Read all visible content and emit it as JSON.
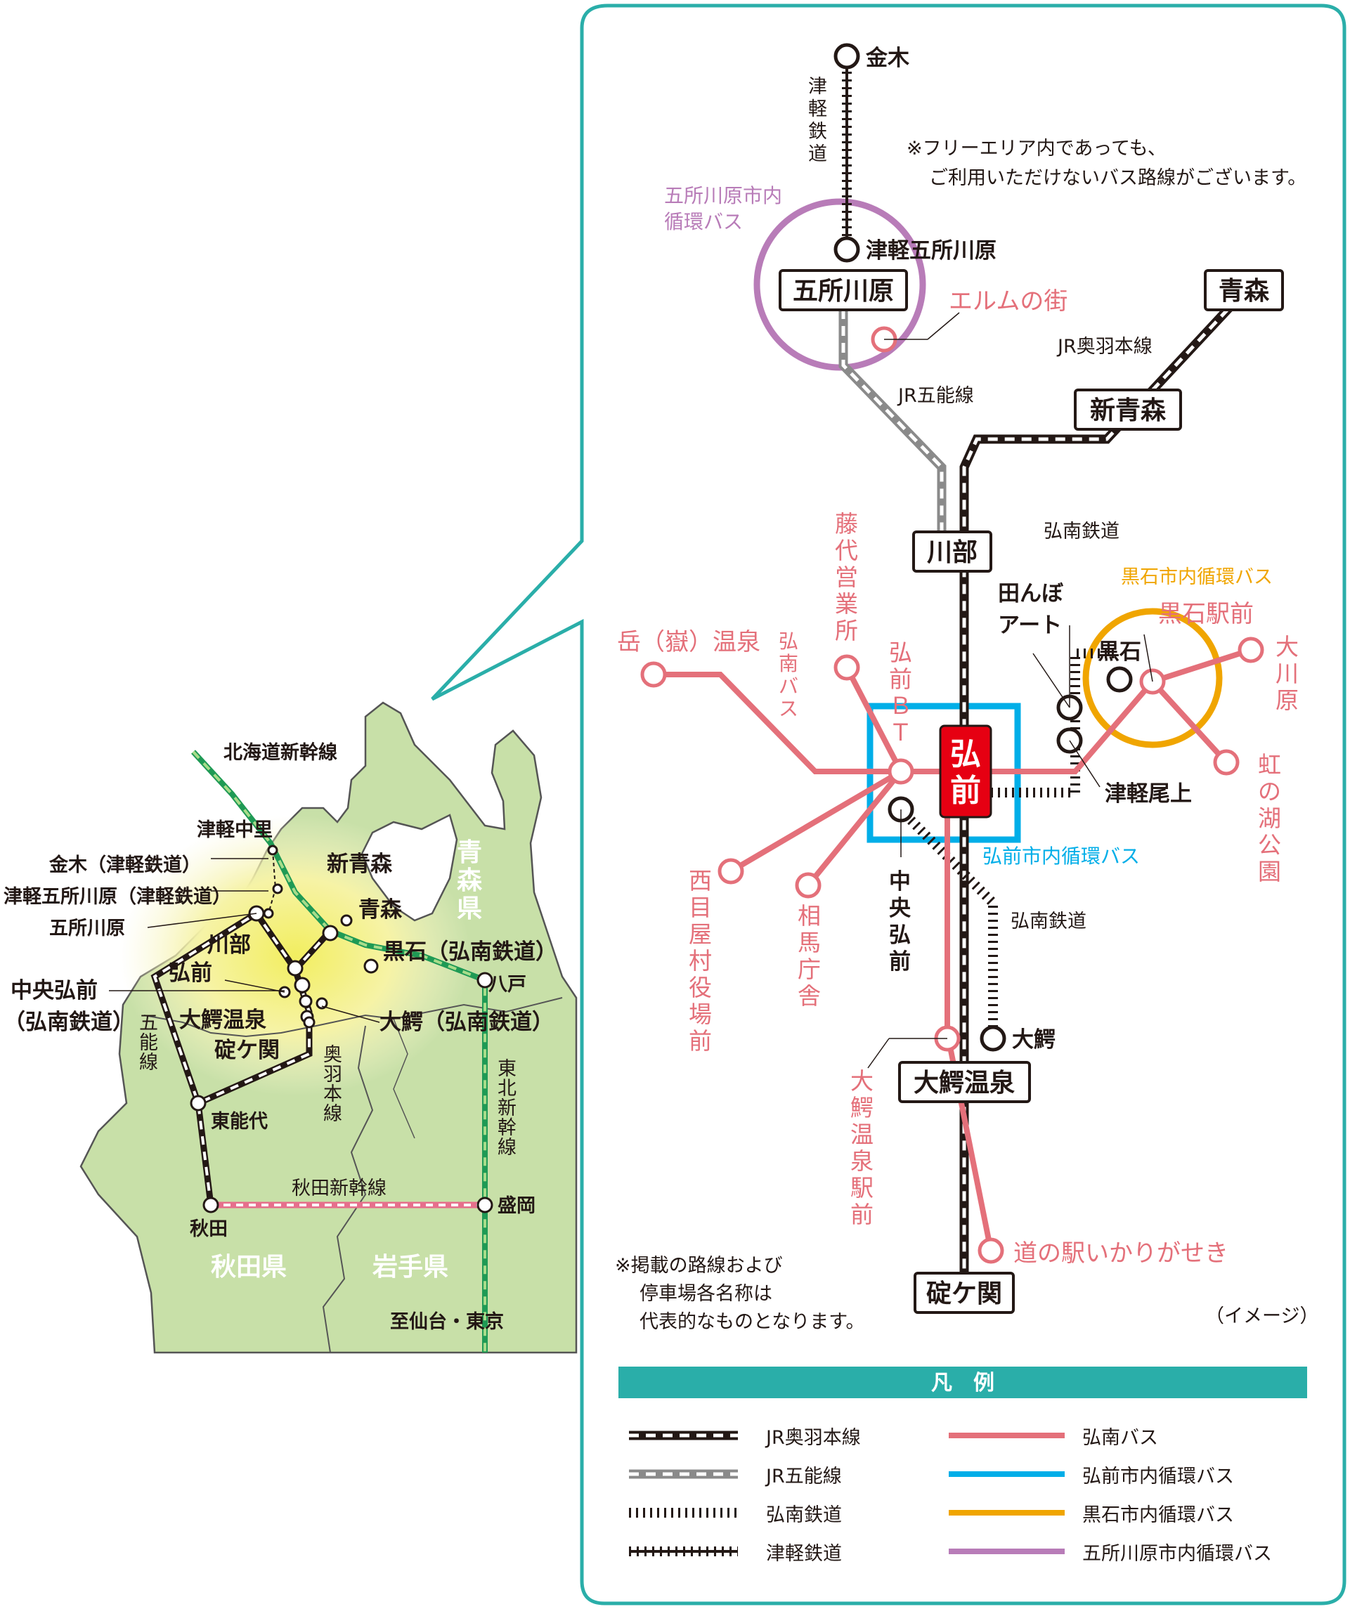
{
  "overview": {
    "lines": {
      "hokkaido_shinkansen": "北海道新幹線",
      "ou_line_v": [
        "奥",
        "羽",
        "本",
        "線"
      ],
      "gono_line_v": [
        "五",
        "能",
        "線"
      ],
      "tohoku_shinkansen_v": [
        "東",
        "北",
        "新",
        "幹",
        "線"
      ],
      "akita_shinkansen": "秋田新幹線"
    },
    "stations": {
      "tsugaru_nakasato": "津軽中里",
      "kanagi": "金木（津軽鉄道）",
      "tsugaru_goshogawara": "津軽五所川原（津軽鉄道）",
      "goshogawara": "五所川原",
      "shin_aomori": "新青森",
      "aomori": "青森",
      "kawabe": "川部",
      "kuroishi": "黒石（弘南鉄道）",
      "hirosaki": "弘前",
      "hachinohe": "八戸",
      "chuo_hirosaki_1": "中央弘前",
      "chuo_hirosaki_2": "（弘南鉄道）",
      "owani_onsen": "大鰐温泉",
      "owani": "大鰐（弘南鉄道）",
      "ikarigaseki": "碇ケ関",
      "higashi_noshiro": "東能代",
      "akita": "秋田",
      "morioka": "盛岡",
      "to_sendai_tokyo": "至仙台・東京"
    },
    "prefectures": {
      "aomori_v": [
        "青",
        "森",
        "県"
      ],
      "akita": "秋田県",
      "iwate": "岩手県"
    }
  },
  "detail": {
    "note_top_1": "※フリーエリア内であっても、",
    "note_top_2": "ご利用いただけないバス路線がございます。",
    "note_bottom_1": "※掲載の路線および",
    "note_bottom_2": "停車場各名称は",
    "note_bottom_3": "代表的なものとなります。",
    "image_note": "（イメージ）",
    "stations": {
      "kanagi": "金木",
      "tsugaru_goshogawara": "津軽五所川原",
      "goshogawara": "五所川原",
      "aomori": "青森",
      "shin_aomori": "新青森",
      "kawabe": "川部",
      "hirosaki_v": [
        "弘",
        "前"
      ],
      "kuroishi": "黒石",
      "tsugaru_onoe": "津軽尾上",
      "owani": "大鰐",
      "owani_onsen": "大鰐温泉",
      "ikarigaseki": "碇ケ関",
      "chuo_hirosaki_v": [
        "中",
        "央",
        "弘",
        "前"
      ]
    },
    "line_labels": {
      "tsugaru_railway_v": [
        "津",
        "軽",
        "鉄",
        "道"
      ],
      "jr_ou": "JR奥羽本線",
      "jr_gono": "JR五能線",
      "konan_railway_1": "弘南鉄道",
      "konan_railway_2": "弘南鉄道",
      "goshogawara_loop_1": "五所川原市内",
      "goshogawara_loop_2": "循環バス",
      "kuroishi_loop": "黒石市内循環バス",
      "hirosaki_loop": "弘前市内循環バス",
      "konan_bus_v": [
        "弘",
        "南",
        "バ",
        "ス"
      ]
    },
    "bus_stops": {
      "elm": "エルムの街",
      "dake_onsen": "岳（嶽）温泉",
      "fujishiro_v": [
        "藤",
        "代",
        "営",
        "業",
        "所"
      ],
      "hirosaki_bt_v": [
        "弘",
        "前",
        "Ｂ",
        "Ｔ"
      ],
      "kuroishi_ekimae": "黒石駅前",
      "okawara_v": [
        "大",
        "川",
        "原"
      ],
      "niji_v": [
        "虹",
        "の",
        "湖",
        "公",
        "園"
      ],
      "nishimeya_v": [
        "西",
        "目",
        "屋",
        "村",
        "役",
        "場",
        "前"
      ],
      "soma_v": [
        "相",
        "馬",
        "庁",
        "舎"
      ],
      "owani_onsen_ekimae_v": [
        "大",
        "鰐",
        "温",
        "泉",
        "駅",
        "前"
      ],
      "michinoeki": "道の駅いかりがせき",
      "tanbo_art_1": "田んぼ",
      "tanbo_art_2": "アート"
    },
    "legend": {
      "title": "凡　例",
      "items": [
        {
          "label": "JR奥羽本線",
          "kind": "jr-black"
        },
        {
          "label": "JR五能線",
          "kind": "jr-gray"
        },
        {
          "label": "弘南鉄道",
          "kind": "konan-rail"
        },
        {
          "label": "津軽鉄道",
          "kind": "tsugaru-rail"
        },
        {
          "label": "弘南バス",
          "kind": "bus",
          "color": "#e4707a"
        },
        {
          "label": "弘前市内循環バス",
          "kind": "bus",
          "color": "#00aee8"
        },
        {
          "label": "黒石市内循環バス",
          "kind": "bus",
          "color": "#f0a500"
        },
        {
          "label": "五所川原市内循環バス",
          "kind": "bus",
          "color": "#b87cb8"
        }
      ]
    }
  },
  "colors": {
    "frame": "#2aaea9",
    "konan_bus": "#e4707a",
    "hirosaki_loop": "#00aee8",
    "kuroishi_loop": "#f0a500",
    "goshogawara_loop": "#b87cb8",
    "land": "#c8e0a8",
    "highlight": "#f4f08a",
    "shinkansen_green": "#1f9a55",
    "akita_shinkansen": "#e66f8c"
  }
}
